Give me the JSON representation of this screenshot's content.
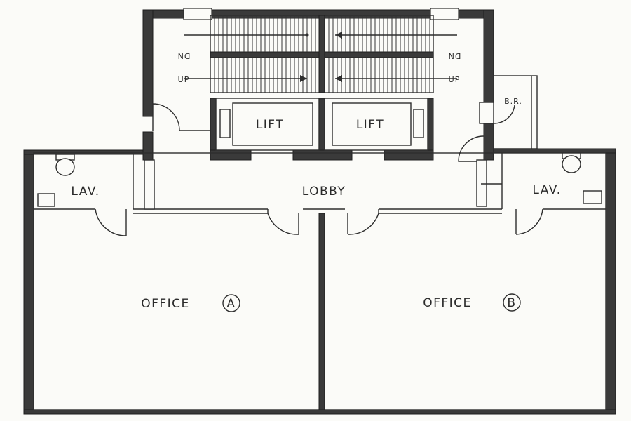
{
  "plan": {
    "rooms": {
      "office_a": "OFFICE",
      "office_a_mark": "A",
      "office_b": "OFFICE",
      "office_b_mark": "B",
      "lobby": "LOBBY",
      "lav_left": "LAV.",
      "lav_right": "LAV.",
      "lift_left": "LIFT",
      "lift_right": "LIFT",
      "br": "B.R."
    },
    "stairs": {
      "dn_left": "DN",
      "up_left": "UP",
      "dn_right": "DN",
      "up_right": "UP"
    }
  }
}
